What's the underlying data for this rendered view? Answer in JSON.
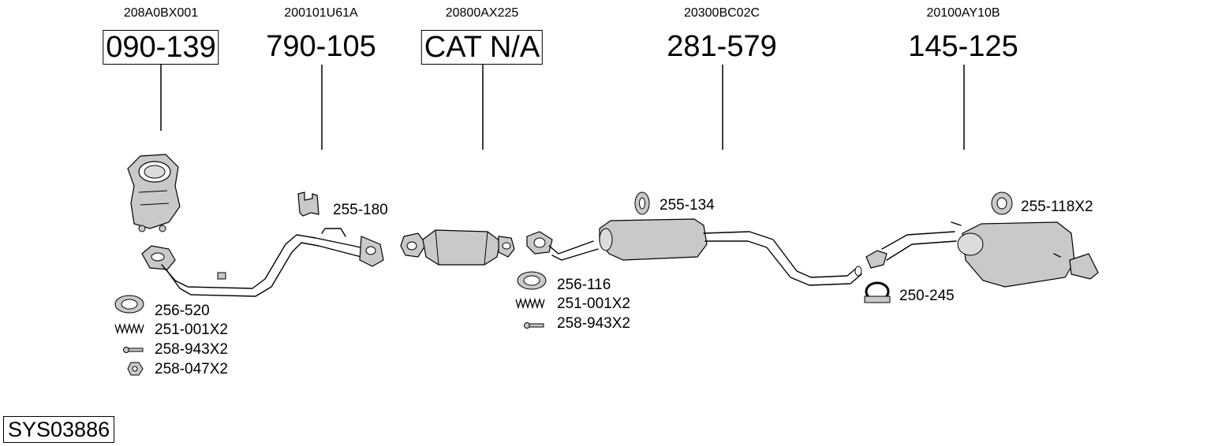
{
  "columns": [
    {
      "oem": "208A0BX001",
      "part": "090-139",
      "boxed": true
    },
    {
      "oem": "200101U61A",
      "part": "790-105",
      "boxed": false
    },
    {
      "oem": "20800AX225",
      "part": "CAT N/A",
      "boxed": true
    },
    {
      "oem": "20300BC02C",
      "part": "281-579",
      "boxed": false
    },
    {
      "oem": "20100AY10B",
      "part": "145-125",
      "boxed": false
    }
  ],
  "small_parts": {
    "hanger_1": "255-180",
    "hanger_2": "255-134",
    "hanger_3": "255-118X2",
    "clamp": "250-245",
    "group1": [
      "256-520",
      "251-001X2",
      "258-943X2",
      "258-047X2"
    ],
    "group2": [
      "256-116",
      "251-001X2",
      "258-943X2"
    ]
  },
  "system_id": "SYS03886"
}
